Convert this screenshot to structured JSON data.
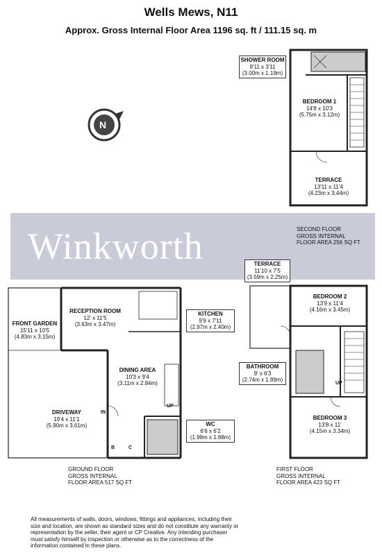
{
  "header": {
    "title": "Wells Mews, N11",
    "subtitle": "Approx. Gross Internal Floor Area 1196 sq. ft / 111.15 sq. m"
  },
  "watermark": "Winkworth",
  "compass": "N",
  "rooms": {
    "shower_room": {
      "name": "SHOWER ROOM",
      "dims": "9'11 x 3'11",
      "metric": "(3.00m x 1.19m)"
    },
    "bedroom1": {
      "name": "BEDROOM 1",
      "dims": "14'8 x 10'3",
      "metric": "(5.75m x 3.12m)"
    },
    "terrace_second": {
      "name": "TERRACE",
      "dims": "13'11 x 11'4",
      "metric": "(4.23m x 3.44m)"
    },
    "terrace_first": {
      "name": "TERRACE",
      "dims": "11'10 x 7'5",
      "metric": "(3.59m x 2.25m)"
    },
    "bedroom2": {
      "name": "BEDROOM 2",
      "dims": "13'9 x 11'4",
      "metric": "(4.16m x 3.45m)"
    },
    "bathroom": {
      "name": "BATHROOM",
      "dims": "9' x 6'3",
      "metric": "(2.74m x 1.89m)"
    },
    "bedroom3": {
      "name": "BEDROOM 3",
      "dims": "13'8 x 11'",
      "metric": "(4.15m x 3.34m)"
    },
    "front_garden": {
      "name": "FRONT GARDEN",
      "dims": "15'11 x 10'5",
      "metric": "(4.83m x 3.15m)"
    },
    "reception": {
      "name": "RECEPTION ROOM",
      "dims": "12' x 11'5",
      "metric": "(3.63m x 3.47m)"
    },
    "kitchen": {
      "name": "KITCHEN",
      "dims": "9'9 x 7'11",
      "metric": "(2.97m x 2.40m)"
    },
    "dining": {
      "name": "DINING AREA",
      "dims": "10'3 x 9'4",
      "metric": "(3.11m x 2.84m)"
    },
    "driveway": {
      "name": "DRIVEWAY",
      "dims": "19'4 x 11'1",
      "metric": "(5.90m x 3.61m)"
    },
    "wc": {
      "name": "WC",
      "dims": "6'6 x 6'2",
      "metric": "(1.98m x 1.88m)"
    }
  },
  "markers": {
    "in": "IN",
    "up_ground": "UP",
    "up_first": "UP",
    "b": "B",
    "c": "C"
  },
  "floors": {
    "second": [
      "SECOND FLOOR",
      "GROSS INTERNAL",
      "FLOOR AREA 256 SQ FT"
    ],
    "ground": [
      "GROUND FLOOR",
      "GROSS INTERNAL",
      "FLOOR AREA 517 SQ FT"
    ],
    "first": [
      "FIRST FLOOR",
      "GROSS INTERNAL",
      "FLOOR AREA 423 SQ FT"
    ]
  },
  "disclaimer": "All measurements of walls, doors, windows, fittings and appliances, including their size and location, are shown as standard sizes and do not constitute any warranty or representation by the seller, their agent or CP Creative. Any intending purchaser must satisfy himself by inspection or otherwise as to the correctness of the information contained in these plans."
}
